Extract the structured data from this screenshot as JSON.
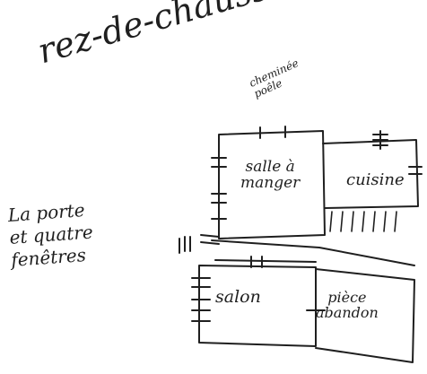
{
  "labels": {
    "title": "rez-de-chaussée",
    "chimney": "cheminée\npoêle",
    "dining_room": "salle à\nmanger",
    "kitchen": "cuisine",
    "living_room": "salon",
    "abandoned_room": "pièce\nabandon",
    "note": "La porte\net quatre\nfenêtres"
  },
  "colors": {
    "ink": "#1f1f1f",
    "paper": "#ffffff"
  }
}
